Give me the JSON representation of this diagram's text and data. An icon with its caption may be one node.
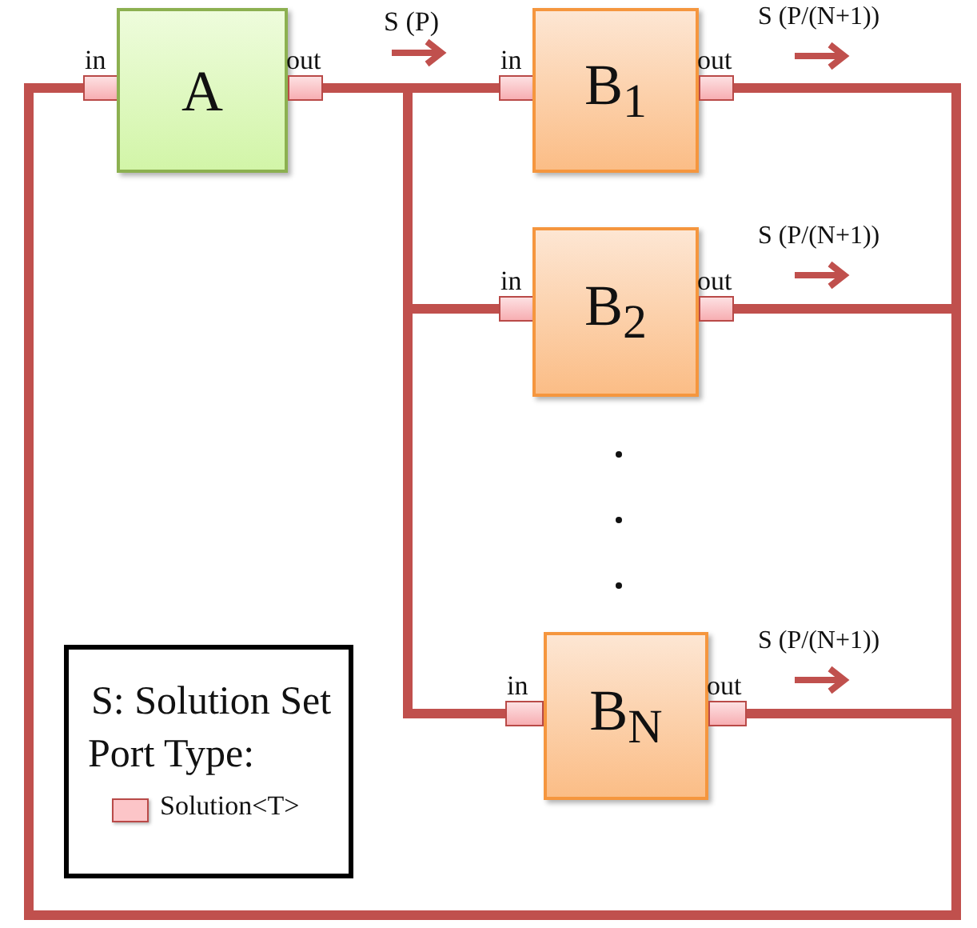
{
  "diagram": {
    "nodes": [
      {
        "text": [
          "in"
        ]
      },
      {
        "text": [
          "A"
        ]
      },
      {
        "text": [
          "out"
        ]
      },
      {
        "text": [
          "in"
        ]
      },
      {
        "text": [
          "B$_{1}$"
        ]
      },
      {
        "text": [
          "out"
        ]
      },
      {
        "text": [
          "in"
        ]
      },
      {
        "text": [
          "B$_{2}$"
        ]
      },
      {
        "text": [
          "out"
        ]
      },
      {
        "text": [
          "in"
        ]
      },
      {
        "text": [
          "B$_{N}$"
        ]
      },
      {
        "text": [
          "out"
        ]
      }
    ],
    "edges": [
      {
        "from": 2,
        "to": 3,
        "arrow": "none"
      },
      {
        "from": 2,
        "to": 6,
        "arrow": "none"
      },
      {
        "from": 2,
        "to": 9,
        "arrow": "none"
      },
      {
        "from": 5,
        "to": 0,
        "arrow": "none"
      },
      {
        "from": 8,
        "to": 0,
        "arrow": "none"
      },
      {
        "from": 11,
        "to": 0,
        "arrow": "none"
      }
    ],
    "labels": [
      "S (P)",
      "S (P/(N+1))",
      "S (P/(N+1))",
      "S (P/(N+1))",
      "S: Solution Set",
      "Port Type:"
    ],
    "legend": [
      {
        "text": "Solution<T>",
        "color": "#fcc5c8"
      }
    ]
  }
}
